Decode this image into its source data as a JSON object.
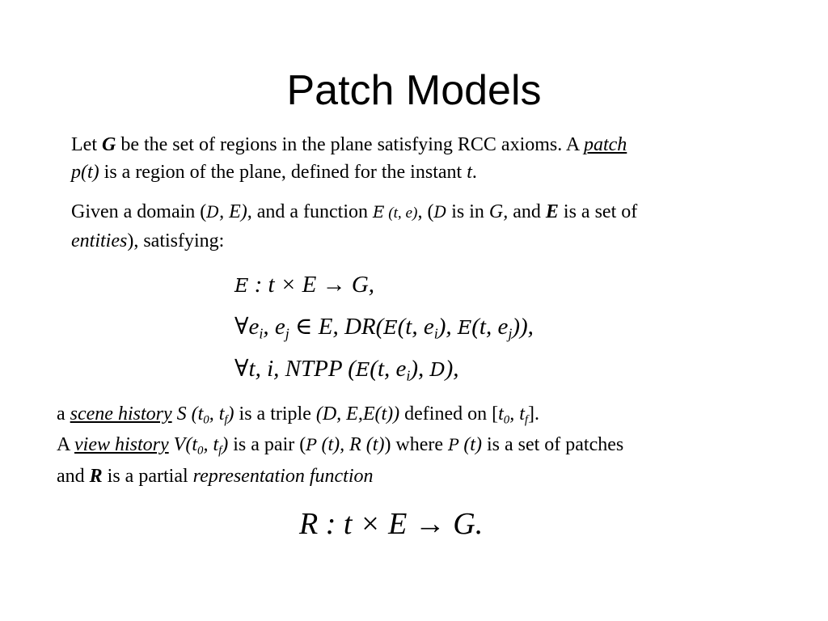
{
  "slide": {
    "title": "Patch Models",
    "para1": {
      "let": "Let ",
      "G": "G",
      "t1": " be the set of regions in the plane satisfying RCC axioms. A ",
      "patch": "patch",
      "pt": "p(t)",
      "t2": " is a region of the plane, defined for the instant ",
      "t": "t",
      "end": "."
    },
    "para2": {
      "t1": "Given a domain (",
      "D": "D",
      "comma": ", ",
      "E": "E)",
      "t2": ", and a function ",
      "Ecal": "E",
      "args": " (t, e)",
      "t3": ", (",
      "D2": "D",
      "t4": " is in ",
      "G": "G,",
      "t5": " and ",
      "Ebold": "E",
      "t6": " is a set of",
      "entities": "entities",
      "t7": "), satisfying:"
    },
    "equations": {
      "eq1": {
        "script": "E",
        "rest": " : t × E → G,"
      },
      "eq2": {
        "forall": "∀",
        "text": "e",
        "ei": "i",
        "c1": ", e",
        "ej": "j",
        "c2": " ∈ E, DR(",
        "s1": "E",
        "c3": "(t, e",
        "ei2": "i",
        "c4": "), ",
        "s2": "E",
        "c5": "(t, e",
        "ej2": "j",
        "c6": ")),"
      },
      "eq3": {
        "forall": "∀",
        "text": "t, i, NTPP (",
        "s1": "E",
        "c1": "(t, e",
        "ei": "i",
        "c2": "), ",
        "s2": "D",
        "c3": "),"
      }
    },
    "para3": {
      "a": "a ",
      "scene": "scene history",
      "S": " S (t",
      "sub0": "0",
      "c": ", t",
      "subf": "f",
      "close": ")",
      "t1": " is a triple ",
      "triple": "(D, E,E(t))",
      "t2": " defined on [",
      "t0": "t",
      "sub0b": "0",
      "c2": ", t",
      "subfb": "f",
      "t3": "].",
      "A": "A ",
      "view": "view history",
      "V": " V(t",
      "sub0c": "0",
      "c3": ", t",
      "subfc": "f",
      "close2": ")",
      "t4": " is a pair (",
      "P": "P",
      "pair": " (t), R (t)",
      "t5": ") where ",
      "P2": "P",
      "pt": " (t)",
      "t6": " is a set of patches",
      "and": "and ",
      "R": "R",
      "t7": " is a partial ",
      "rep": "representation function"
    },
    "final_eq": {
      "R": "R",
      "rest": " : t × E → G."
    }
  }
}
